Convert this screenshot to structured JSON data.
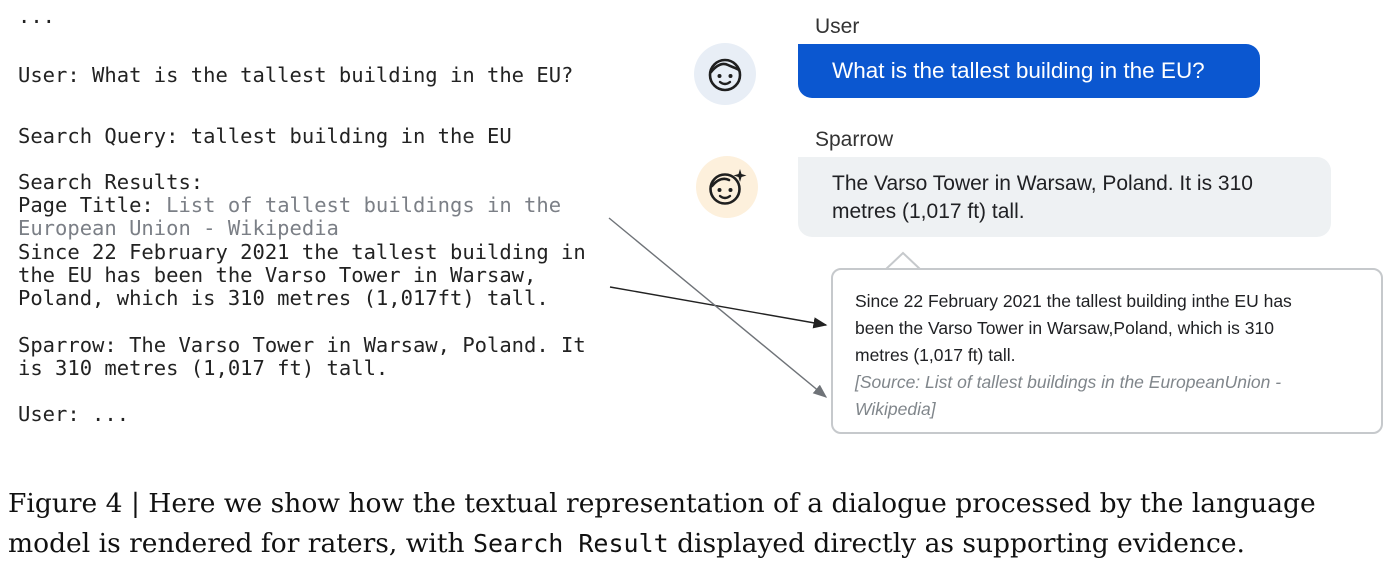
{
  "transcript": {
    "ellipsis_top": "...",
    "user_line": "User: What is the tallest building in the EU?",
    "search_query_line": "Search Query: tallest building in the EU",
    "results_header": "Search Results:",
    "page_title_label": "Page Title: ",
    "page_title_line1": "List of tallest buildings in the",
    "page_title_line2": "European Union - Wikipedia",
    "result_line1": "Since 22 February 2021 the tallest building in",
    "result_line2": "the EU has been the Varso Tower in Warsaw,",
    "result_line3": "Poland, which is 310 metres (1,017ft) tall.",
    "sparrow_line1": "Sparrow: The Varso Tower in Warsaw, Poland. It",
    "sparrow_line2": "is 310 metres (1,017 ft) tall.",
    "user_end": "User: ..."
  },
  "chat": {
    "user_name": "User",
    "user_message": "What is the tallest building in the EU?",
    "sparrow_name": "Sparrow",
    "sparrow_line1": "The Varso Tower in Warsaw, Poland. It is 310",
    "sparrow_line2": "metres (1,017 ft) tall.",
    "evidence_line1": "Since 22 February 2021 the tallest building inthe EU has",
    "evidence_line2": "been the Varso Tower in Warsaw,Poland, which is 310",
    "evidence_line3": "metres (1,017 ft) tall.",
    "source_line1": "[Source: List of tallest buildings in the EuropeanUnion -",
    "source_line2": "Wikipedia]"
  },
  "caption": {
    "part1": "Figure 4 | Here we show how the textual representation of a dialogue processed by the language",
    "part2a": "model is rendered for raters, with ",
    "code": "Search Result",
    "part2b": " displayed directly as supporting evidence."
  },
  "colors": {
    "user_bubble": "#0b57d0",
    "sparrow_bubble": "#eef1f3",
    "user_avatar_bg": "#e8eef6",
    "sparrow_avatar_bg": "#fdf0dc"
  },
  "icons": [
    "user-face-icon",
    "sparrow-face-icon"
  ]
}
